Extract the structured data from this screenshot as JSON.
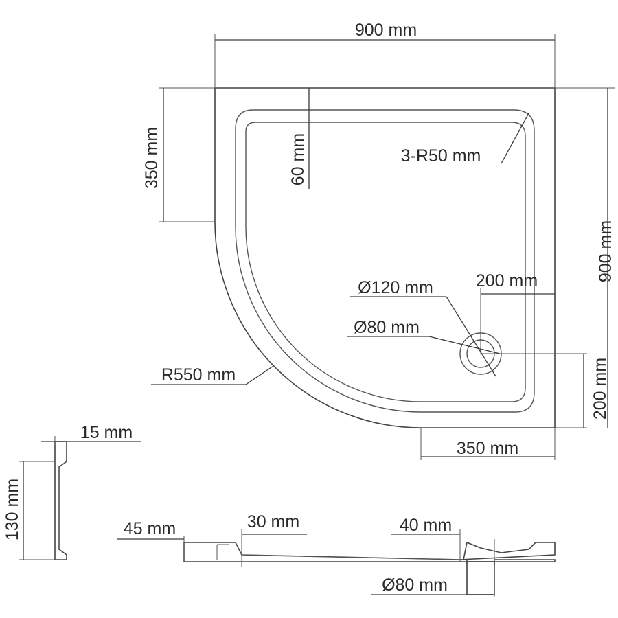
{
  "dimensions": {
    "top_width": "900 mm",
    "right_height": "900 mm",
    "left_straight": "350 mm",
    "rim_width": "60 mm",
    "corner_radius": "3-R50 mm",
    "drain_outer": "Ø120 mm",
    "drain_inner": "Ø80 mm",
    "drain_offset_x": "200 mm",
    "drain_offset_y": "200 mm",
    "curve_radius": "R550 mm",
    "bottom_straight": "350 mm",
    "profile_thickness": "15 mm",
    "profile_height": "130 mm",
    "side_height": "45 mm",
    "step_a": "30 mm",
    "step_b": "40 mm",
    "outlet_diameter": "Ø80 mm"
  },
  "colors": {
    "line": "#3a3a3a",
    "text": "#2a2a2a",
    "background": "#ffffff"
  }
}
